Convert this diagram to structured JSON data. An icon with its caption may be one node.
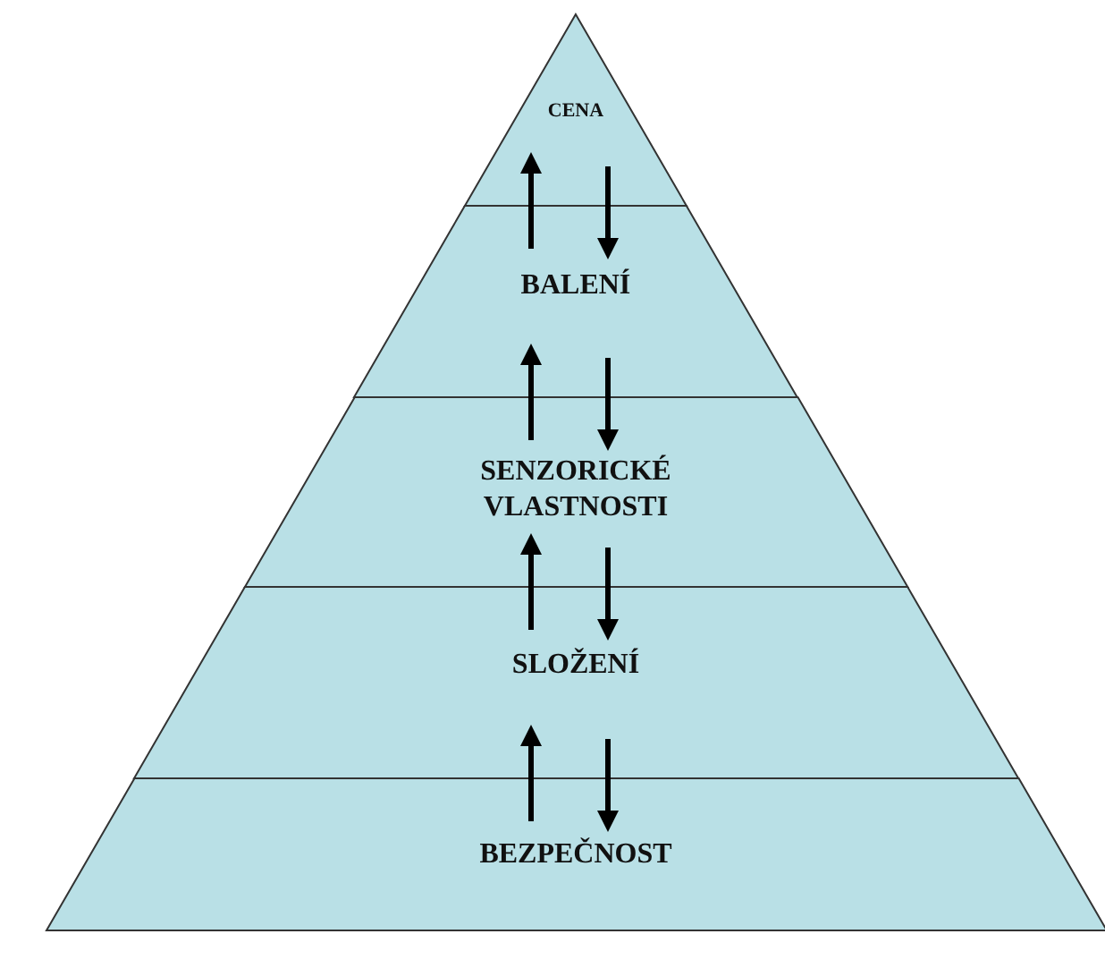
{
  "diagram": {
    "nodes": [
      {
        "text": [
          "CENA"
        ]
      },
      {
        "text": [
          "BALENÍ"
        ]
      },
      {
        "text": [
          "SENZORICKÉ VLASTNOSTI"
        ]
      },
      {
        "text": [
          "SLOŽENÍ"
        ]
      },
      {
        "text": [
          "BEZPEČNOST"
        ]
      }
    ],
    "edges": [
      {
        "from": 1,
        "to": 0,
        "arrow": "to"
      },
      {
        "from": 0,
        "to": 1,
        "arrow": "to"
      },
      {
        "from": 2,
        "to": 1,
        "arrow": "to"
      },
      {
        "from": 1,
        "to": 2,
        "arrow": "to"
      },
      {
        "from": 3,
        "to": 2,
        "arrow": "to"
      },
      {
        "from": 2,
        "to": 3,
        "arrow": "to"
      },
      {
        "from": 4,
        "to": 3,
        "arrow": "to"
      },
      {
        "from": 3,
        "to": 4,
        "arrow": "to"
      }
    ]
  }
}
